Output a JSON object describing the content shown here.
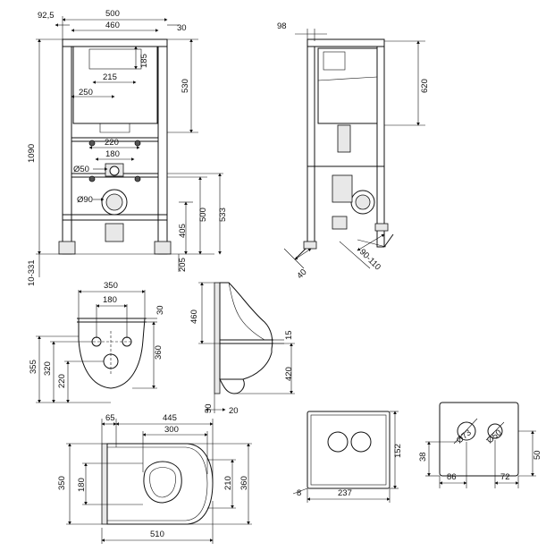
{
  "frame_front": {
    "d_92_5": "92,5",
    "d_500": "500",
    "d_460": "460",
    "d_30": "30",
    "d_185": "185",
    "d_215": "215",
    "d_250": "250",
    "d_530": "530",
    "d_1090": "1090",
    "d_220": "220",
    "d_180": "180",
    "d_dia50": "Ø50",
    "d_dia90": "Ø90",
    "d_500b": "500",
    "d_533": "533",
    "d_405": "405",
    "d_205": "205",
    "d_10_331": "10-331"
  },
  "frame_side": {
    "d_98": "98",
    "d_620": "620",
    "d_40": "40",
    "d_90_110": "90-110"
  },
  "bowl_front": {
    "d_350": "350",
    "d_180": "180",
    "d_30": "30",
    "d_360": "360",
    "d_355": "355",
    "d_320": "320",
    "d_220": "220"
  },
  "bowl_side": {
    "d_460": "460",
    "d_15": "15",
    "d_420": "420",
    "d_50": "50",
    "d_20": "20"
  },
  "bowl_top": {
    "d_65": "65",
    "d_445": "445",
    "d_300": "300",
    "d_350": "350",
    "d_180": "180",
    "d_210": "210",
    "d_360": "360",
    "d_510": "510"
  },
  "plate_front": {
    "d_152": "152",
    "d_237": "237",
    "d_8": "8"
  },
  "plate_detail": {
    "d_dia73": "Ø73",
    "d_dia50": "Ø50",
    "d_38": "38",
    "d_50": "50",
    "d_86": "86",
    "d_72": "72"
  }
}
